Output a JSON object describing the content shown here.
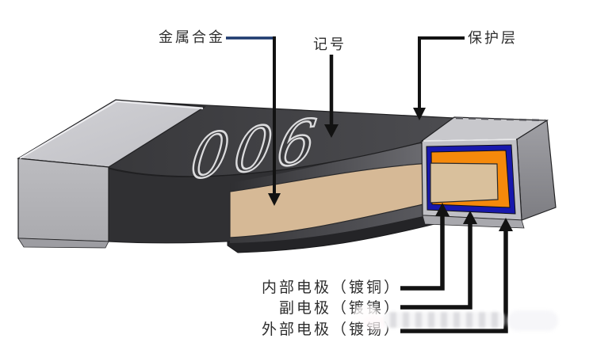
{
  "diagram": {
    "subject": "chip-resistor-structure",
    "marking": "006",
    "callouts": {
      "metal_alloy": "金属合金",
      "marking": "记号",
      "protective_layer": "保护层",
      "inner_electrode": "内部电极（镀铜）",
      "sub_electrode": "副电极（镀镍）",
      "outer_electrode": "外部电极（镀锡）"
    },
    "colors": {
      "body_top": "#3a3a3d",
      "body_front": "#303033",
      "alloy_band": "#d6b996",
      "alloy_core": "#d9c09c",
      "copper": "#f5890b",
      "nickel": "#1818ac",
      "tin_ring": "#c0c0c5",
      "terminal_cap": "#c8c8cc",
      "callout_accent": "#1e3a6e",
      "callout_line": "#121212"
    }
  }
}
